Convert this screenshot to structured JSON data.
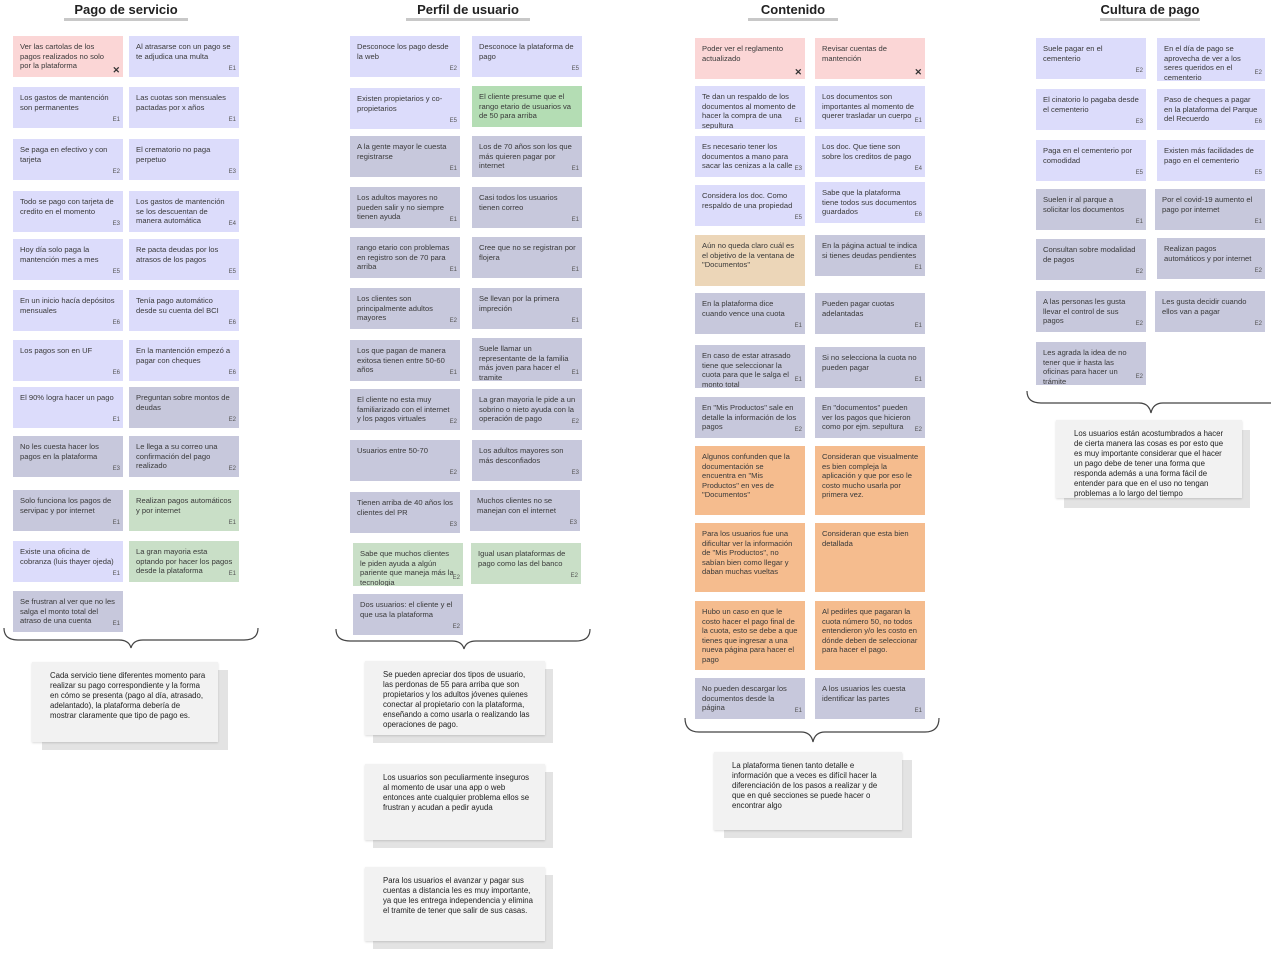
{
  "columns": {
    "pago": {
      "title": "Pago de servicio",
      "notes": [
        {
          "text": "Ver las cartolas de los pagos realizados no solo por la plataforma",
          "tag": "",
          "close": true
        },
        {
          "text": "Al atrasarse con un pago se te adjudica una multa",
          "tag": "E1"
        },
        {
          "text": "Los gastos de mantención son permanentes",
          "tag": "E1"
        },
        {
          "text": "Las cuotas son mensuales pactadas por x años",
          "tag": "E1"
        },
        {
          "text": "Se paga en efectivo y con tarjeta",
          "tag": "E2"
        },
        {
          "text": "El crematorio no paga perpetuo",
          "tag": "E3"
        },
        {
          "text": "Todo se pago con tarjeta de credito en el momento",
          "tag": "E3"
        },
        {
          "text": "Los gastos de mantención se los descuentan de manera automática",
          "tag": "E4"
        },
        {
          "text": "Hoy día solo paga la mantención mes a mes",
          "tag": "E5"
        },
        {
          "text": "Re pacta deudas por los atrasos de los pagos",
          "tag": "E5"
        },
        {
          "text": "En un inicio hacía depósitos mensuales",
          "tag": "E6"
        },
        {
          "text": "Tenía pago automático desde su cuenta del BCI",
          "tag": "E6"
        },
        {
          "text": "Los pagos son en UF",
          "tag": "E6"
        },
        {
          "text": "En la mantención empezó a pagar con cheques",
          "tag": "E6"
        },
        {
          "text": "El 90% logra hacer un pago",
          "tag": "E1"
        },
        {
          "text": "Preguntan sobre montos de deudas",
          "tag": "E2"
        },
        {
          "text": "No les cuesta hacer los pagos en la plataforma",
          "tag": "E3"
        },
        {
          "text": "Le llega a su correo una confirmación del pago realizado",
          "tag": "E2"
        },
        {
          "text": "Solo funciona los pagos de servipac y por internet",
          "tag": "E1"
        },
        {
          "text": "Realizan pagos automáticos y por internet",
          "tag": "E1"
        },
        {
          "text": "Existe una oficina de cobranza (luis thayer ojeda)",
          "tag": "E1"
        },
        {
          "text": "La gran mayoria esta optando por hacer los pagos desde la plataforma",
          "tag": "E1"
        },
        {
          "text": "Se frustran al ver que no les salga el monto total del atraso de una cuenta",
          "tag": "E1"
        }
      ],
      "summaries": [
        "Cada servicio tiene diferentes momento para realizar su pago correspondiente y la forma en cómo se presenta (pago al día, atrasado, adelantado), la plataforma debería de mostrar claramente que tipo de pago es."
      ]
    },
    "perfil": {
      "title": "Perfil de usuario",
      "notes": [
        {
          "text": "Desconoce los pago desde la web",
          "tag": "E2"
        },
        {
          "text": "Desconoce la plataforma de pago",
          "tag": "E5"
        },
        {
          "text": "Existen propietarios y co-propietarios",
          "tag": "E5"
        },
        {
          "text": "El cliente presume que el rango etario de usuarios va de 50 para arriba",
          "tag": ""
        },
        {
          "text": "A la gente mayor le cuesta registrarse",
          "tag": "E1"
        },
        {
          "text": "Los de 70 años son los que más quieren pagar por internet",
          "tag": "E1"
        },
        {
          "text": "Los adultos mayores no pueden salir y no siempre tienen ayuda",
          "tag": "E1"
        },
        {
          "text": "Casi todos los usuarios tienen correo",
          "tag": "E1"
        },
        {
          "text": "rango etario con problemas en registro son de 70 para arriba",
          "tag": "E1"
        },
        {
          "text": "Cree que no se registran por flojera",
          "tag": "E1"
        },
        {
          "text": "Los clientes son principalmente adultos mayores",
          "tag": "E2"
        },
        {
          "text": "Se llevan por la primera impreción",
          "tag": "E1"
        },
        {
          "text": "Los que pagan de manera exitosa tienen entre 50-60 años",
          "tag": "E1"
        },
        {
          "text": "Suele llamar un representante de la familia más joven para hacer el tramite",
          "tag": "E1"
        },
        {
          "text": "El cliente no esta muy familiarizado con el internet y los pagos virtuales",
          "tag": "E2"
        },
        {
          "text": "La gran mayoria le pide a un sobrino o nieto ayuda con la operación de pago",
          "tag": "E2"
        },
        {
          "text": "Usuarios entre 50-70",
          "tag": "E2"
        },
        {
          "text": "Los adultos mayores son más desconfiados",
          "tag": "E3"
        },
        {
          "text": "Tienen arriba de 40 años los clientes del PR",
          "tag": "E3"
        },
        {
          "text": "Muchos clientes no se manejan con el internet",
          "tag": "E3"
        },
        {
          "text": "Sabe que muchos clientes le piden ayuda a algún pariente que maneja más la tecnologia",
          "tag": "E2"
        },
        {
          "text": "Igual usan plataformas de pago como las del banco",
          "tag": "E2"
        },
        {
          "text": "Dos usuarios: el cliente y el que usa la plataforma",
          "tag": "E2"
        }
      ],
      "summaries": [
        "Se pueden apreciar dos tipos de usuario, las perdonas de 55 para arriba que son propietarios y los adultos jóvenes quienes conectar al propietario con la plataforma, enseñando a como usarla o realizando las operaciones de pago.",
        "Los usuarios son peculiarmente inseguros al momento de usar una app o web entonces ante cualquier problema ellos se frustran y acudan a pedir ayuda",
        "Para los usuarios el avanzar y pagar sus cuentas a distancia les es muy importante, ya que les entrega independencia y elimina el tramite de tener que salir de sus casas."
      ]
    },
    "contenido": {
      "title": "Contenido",
      "notes": [
        {
          "text": "Poder ver el reglamento actualizado",
          "tag": "",
          "close": true
        },
        {
          "text": "Revisar cuentas de mantención",
          "tag": "",
          "close": true
        },
        {
          "text": "Te dan un respaldo de los documentos al momento de hacer la compra de una sepultura",
          "tag": "E1"
        },
        {
          "text": "Los documentos son importantes al momento de querer trasladar un cuerpo",
          "tag": "E1"
        },
        {
          "text": "Es necesario tener los documentos a mano para sacar las cenizas a la calle",
          "tag": "E3"
        },
        {
          "text": "Los doc. Que tiene son sobre los creditos de pago",
          "tag": "E4"
        },
        {
          "text": "Considera los doc. Como respaldo de una propiedad",
          "tag": "E5"
        },
        {
          "text": "Sabe que la plataforma tiene todos sus documentos guardados",
          "tag": "E6"
        },
        {
          "text": "Aún no queda claro cuál es el objetivo de la ventana de \"Documentos\"",
          "tag": ""
        },
        {
          "text": "En la página actual te indica si tienes deudas pendientes",
          "tag": "E1"
        },
        {
          "text": "En la plataforma dice cuando vence una cuota",
          "tag": "E1"
        },
        {
          "text": "Pueden pagar cuotas adelantadas",
          "tag": "E1"
        },
        {
          "text": "En caso de estar atrasado tiene que seleccionar la cuota para que le salga el monto total",
          "tag": "E1"
        },
        {
          "text": "Si no selecciona la cuota no pueden pagar",
          "tag": "E1"
        },
        {
          "text": "En \"Mis Productos\" sale en detalle la información de los pagos",
          "tag": "E2"
        },
        {
          "text": "En \"documentos\" pueden ver los pagos que hicieron como por ejm. sepultura",
          "tag": "E2"
        },
        {
          "text": "Algunos confunden que la documentación se encuentra en \"Mis Productos\" en ves de \"Documentos\"",
          "tag": ""
        },
        {
          "text": "Consideran que visualmente es bien compleja la aplicación y que por eso le costo mucho usarla por primera vez.",
          "tag": ""
        },
        {
          "text": "Para los usuarios fue una dificultar ver la información de \"Mis Productos\", no sabían bien como llegar y daban muchas vueltas",
          "tag": ""
        },
        {
          "text": "Consideran que esta bien detallada",
          "tag": ""
        },
        {
          "text": "Hubo un caso en que le costo hacer el pago final de la cuota, esto se debe a que tienes que ingresar a una nueva página para hacer el pago",
          "tag": ""
        },
        {
          "text": "Al pedirles que pagaran la cuota número 50, no todos entendieron y/o les costo en dónde deben de seleccionar para hacer el pago.",
          "tag": ""
        },
        {
          "text": "No pueden descargar los documentos desde la página",
          "tag": "E1"
        },
        {
          "text": "A los usuarios les cuesta identificar las partes",
          "tag": "E1"
        }
      ],
      "summaries": [
        "La plataforma tienen tanto detalle e información que a veces es difícil hacer la diferenciación de los pasos a realizar y de que en qué secciones se puede hacer o encontrar algo"
      ]
    },
    "cultura": {
      "title": "Cultura de pago",
      "notes": [
        {
          "text": "Suele pagar en el cementerio",
          "tag": "E2"
        },
        {
          "text": "En el día de pago se aprovecha de ver a los seres queridos en el cementerio",
          "tag": "E2"
        },
        {
          "text": "El cinatorio lo pagaba desde el cementerio",
          "tag": "E3"
        },
        {
          "text": "Paso de cheques a pagar en la plataforma del Parque del Recuerdo",
          "tag": "E6"
        },
        {
          "text": "Paga en el cementerio por comodidad",
          "tag": "E5"
        },
        {
          "text": "Existen más facilidades de pago en el cementerio",
          "tag": "E5"
        },
        {
          "text": "Suelen ir al parque a solicitar los documentos",
          "tag": "E1"
        },
        {
          "text": "Por el covid-19 aumento el pago por internet",
          "tag": "E1"
        },
        {
          "text": "Consultan sobre modalidad de pagos",
          "tag": "E2"
        },
        {
          "text": "Realizan pagos automáticos y por internet",
          "tag": "E2"
        },
        {
          "text": "A las personas les gusta llevar el control de sus pagos",
          "tag": "E2"
        },
        {
          "text": "Les gusta decidir cuando ellos van a pagar",
          "tag": "E2"
        },
        {
          "text": "Les agrada la idea de no tener que ir hasta las oficinas para hacer un trámite",
          "tag": "E2"
        }
      ],
      "summaries": [
        "Los usuarios están acostumbrados a hacer de cierta manera las cosas es por esto que es muy importante considerar que el hacer un pago debe de tener una forma que responda además a una forma fácil de entender para que en el uso no tengan problemas a lo largo del tiempo"
      ]
    }
  },
  "colors": {
    "blue": "#dcdcfb",
    "gray": "#c7c8dc",
    "red": "#fbd6d6",
    "green": "#b4ddb4",
    "tan": "#ecd6b8",
    "orange": "#f5bc8e",
    "summary": "#f2f2f2"
  },
  "icons": {
    "close": "close-icon"
  }
}
